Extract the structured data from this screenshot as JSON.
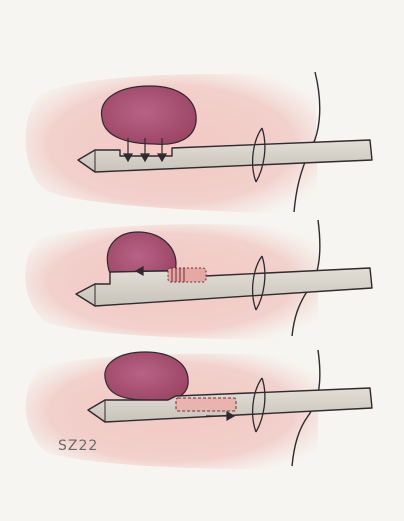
{
  "illustration": {
    "panels": [
      {
        "name": "panel-1",
        "stage": "aperture-open"
      },
      {
        "name": "panel-2",
        "stage": "cutter-advancing"
      },
      {
        "name": "panel-3",
        "stage": "sample-retrieved"
      }
    ],
    "signature": "SZ22",
    "colors": {
      "paper": "#f6f5f1",
      "tissue": "#f0b8b3",
      "lesion": "#a94f6e",
      "needle": "#d8d4cb",
      "ink": "#2e2a2e",
      "arrow": "#6b2e3a"
    }
  }
}
